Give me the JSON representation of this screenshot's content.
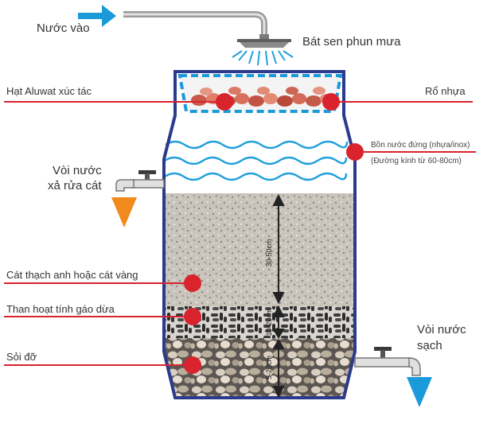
{
  "labels": {
    "water_in": "Nước vào",
    "shower_head": "Bát sen phun mưa",
    "catalyst": "Hạt Aluwat xúc tác",
    "plastic_basket": "Rổ nhựa",
    "tank": "Bồn nước đứng (nhựa/inox)",
    "tank_diameter": "(Đường kính từ 60-80cm)",
    "drain_tap_line1": "Vòi nước",
    "drain_tap_line2": "xả rửa cát",
    "sand": "Cát thạch anh hoặc cát vàng",
    "charcoal": "Than hoạt tính gáo dừa",
    "gravel": "Sỏi đỡ",
    "clean_tap_line1": "Vòi nước",
    "clean_tap_line2": "sạch"
  },
  "dimensions": {
    "sand_height": "30-50cm",
    "charcoal_height": "10-20cm",
    "gravel_height": "5-20cm"
  },
  "colors": {
    "arrow_blue": "#1a9ad9",
    "arrow_orange": "#f08a1c",
    "line_red": "#d9232d",
    "tank_outline": "#2b3a8c",
    "water_wave": "#21a0db"
  }
}
